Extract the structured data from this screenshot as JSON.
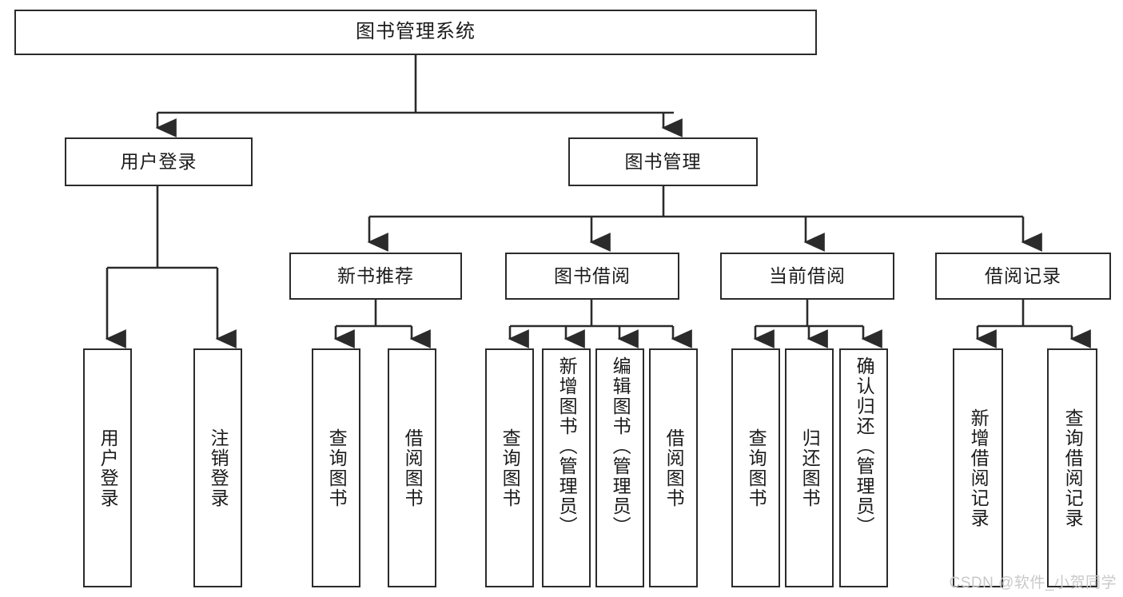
{
  "diagram": {
    "type": "tree-hierarchy",
    "title": "图书管理系统",
    "background_color": "#ffffff",
    "line_color": "#2b2b2b",
    "text_color": "#1b1b1b",
    "root": {
      "label": "图书管理系统"
    },
    "level2": [
      {
        "label": "用户登录"
      },
      {
        "label": "图书管理"
      }
    ],
    "level3": [
      {
        "label": "新书推荐"
      },
      {
        "label": "图书借阅"
      },
      {
        "label": "当前借阅"
      },
      {
        "label": "借阅记录"
      }
    ],
    "leaves": {
      "user_login": [
        {
          "label": "用户登录"
        },
        {
          "label": "注销登录"
        }
      ],
      "new_book_recommend": [
        {
          "label": "查询图书"
        },
        {
          "label": "借阅图书"
        }
      ],
      "book_borrow": [
        {
          "label": "查询图书"
        },
        {
          "label": "新增图书（管理员）"
        },
        {
          "label": "编辑图书（管理员）"
        },
        {
          "label": "借阅图书"
        }
      ],
      "current_borrow": [
        {
          "label": "查询图书"
        },
        {
          "label": "归还图书"
        },
        {
          "label": "确认归还（管理员）"
        }
      ],
      "borrow_record": [
        {
          "label": "新增借阅记录"
        },
        {
          "label": "查询借阅记录"
        }
      ]
    }
  },
  "watermark": {
    "text": "CSDN @软件_小贺同学"
  }
}
